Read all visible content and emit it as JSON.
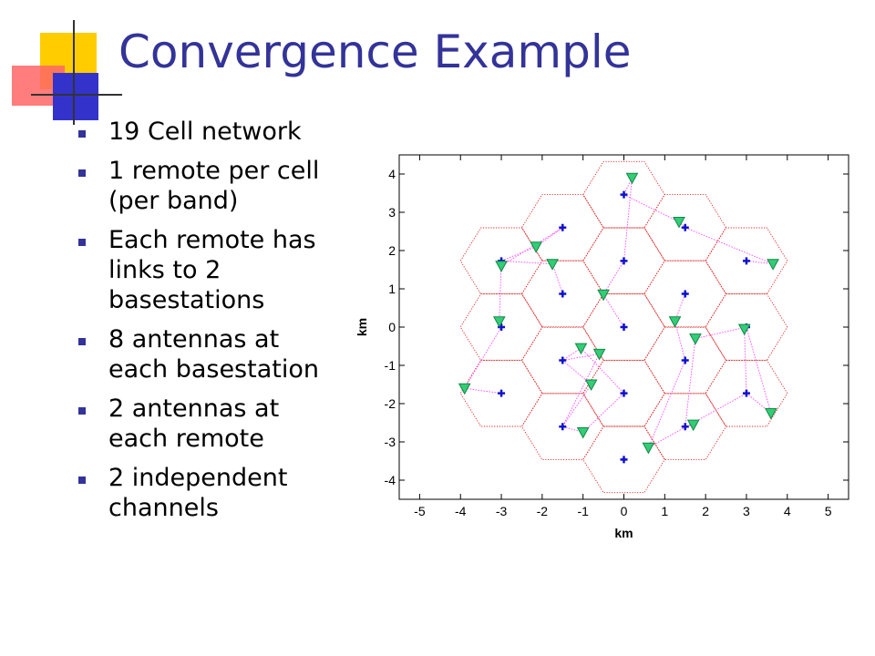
{
  "slide": {
    "title": "Convergence Example",
    "bullets": [
      "19 Cell network",
      "1 remote per cell (per band)",
      "Each remote has links to 2 basestations",
      "8 antennas at each basestation",
      "2 antennas at each remote",
      "2 independent channels"
    ],
    "colors": {
      "title": "#333399",
      "bullet": "#333399",
      "deco_yellow": "#ffcc00",
      "deco_red": "#ff6666",
      "deco_blue": "#3333cc"
    }
  },
  "chart_data": {
    "type": "scatter",
    "title": "",
    "xlabel": "km",
    "ylabel": "km",
    "xlim": [
      -5.5,
      5.5
    ],
    "ylim": [
      -4.5,
      4.5
    ],
    "xticks": [
      -5,
      -4,
      -3,
      -2,
      -1,
      0,
      1,
      2,
      3,
      4,
      5
    ],
    "yticks": [
      4,
      3,
      2,
      1,
      0,
      -1,
      -2,
      -3,
      -4
    ],
    "xtick_labels": [
      "-5",
      "-4",
      "-3",
      "-2",
      "-1",
      "0",
      "1",
      "2",
      "3",
      "4",
      "5"
    ],
    "ytick_labels": [
      "4",
      "3",
      "2",
      "1",
      "0",
      "-1",
      "-2",
      "-3",
      "-4"
    ],
    "hex_circumradius": 1.0,
    "hex_cell_centers": [
      [
        0,
        0
      ],
      [
        0,
        1.73
      ],
      [
        0,
        -1.73
      ],
      [
        1.5,
        0.87
      ],
      [
        1.5,
        -0.87
      ],
      [
        -1.5,
        0.87
      ],
      [
        -1.5,
        -0.87
      ],
      [
        0,
        3.46
      ],
      [
        0,
        -3.46
      ],
      [
        3,
        0
      ],
      [
        -3,
        0
      ],
      [
        1.5,
        2.6
      ],
      [
        1.5,
        -2.6
      ],
      [
        -1.5,
        2.6
      ],
      [
        -1.5,
        -2.6
      ],
      [
        3,
        1.73
      ],
      [
        3,
        -1.73
      ],
      [
        -3,
        1.73
      ],
      [
        -3,
        -1.73
      ]
    ],
    "basestations": [
      [
        0,
        0
      ],
      [
        0,
        1.73
      ],
      [
        0,
        -1.73
      ],
      [
        1.5,
        0.87
      ],
      [
        1.5,
        -0.87
      ],
      [
        -1.5,
        0.87
      ],
      [
        -1.5,
        -0.87
      ],
      [
        0,
        3.46
      ],
      [
        0,
        -3.46
      ],
      [
        3,
        0
      ],
      [
        -3,
        0
      ],
      [
        1.5,
        2.6
      ],
      [
        1.5,
        -2.6
      ],
      [
        -1.5,
        2.6
      ],
      [
        -1.5,
        -2.6
      ],
      [
        3,
        1.73
      ],
      [
        3,
        -1.73
      ],
      [
        -3,
        1.73
      ],
      [
        -3,
        -1.73
      ]
    ],
    "remotes": [
      [
        0.2,
        3.9
      ],
      [
        1.35,
        2.75
      ],
      [
        3.65,
        1.65
      ],
      [
        -2.15,
        2.1
      ],
      [
        -1.75,
        1.65
      ],
      [
        -3,
        1.6
      ],
      [
        -0.5,
        0.85
      ],
      [
        1.25,
        0.15
      ],
      [
        -3.05,
        0.15
      ],
      [
        3.6,
        -2.25
      ],
      [
        2.95,
        -0.05
      ],
      [
        1.75,
        -0.3
      ],
      [
        -1.05,
        -0.55
      ],
      [
        -0.6,
        -0.7
      ],
      [
        -0.8,
        -1.5
      ],
      [
        -3.9,
        -1.6
      ],
      [
        -1,
        -2.75
      ],
      [
        0.6,
        -3.15
      ],
      [
        1.7,
        -2.55
      ]
    ],
    "links": [
      [
        [
          0.2,
          3.9
        ],
        [
          0,
          3.46
        ]
      ],
      [
        [
          0.2,
          3.9
        ],
        [
          0,
          1.73
        ]
      ],
      [
        [
          1.35,
          2.75
        ],
        [
          1.5,
          2.6
        ]
      ],
      [
        [
          1.35,
          2.75
        ],
        [
          0,
          3.46
        ]
      ],
      [
        [
          3.65,
          1.65
        ],
        [
          3,
          1.73
        ]
      ],
      [
        [
          3.65,
          1.65
        ],
        [
          1.5,
          2.6
        ]
      ],
      [
        [
          -2.15,
          2.1
        ],
        [
          -1.5,
          2.6
        ]
      ],
      [
        [
          -2.15,
          2.1
        ],
        [
          -3,
          1.73
        ]
      ],
      [
        [
          -1.75,
          1.65
        ],
        [
          -1.5,
          0.87
        ]
      ],
      [
        [
          -1.75,
          1.65
        ],
        [
          -3,
          1.73
        ]
      ],
      [
        [
          -3,
          1.6
        ],
        [
          -3,
          1.73
        ]
      ],
      [
        [
          -3,
          1.6
        ],
        [
          -1.5,
          2.6
        ]
      ],
      [
        [
          -0.5,
          0.85
        ],
        [
          0,
          0
        ]
      ],
      [
        [
          -0.5,
          0.85
        ],
        [
          0,
          1.73
        ]
      ],
      [
        [
          1.25,
          0.15
        ],
        [
          1.5,
          0.87
        ]
      ],
      [
        [
          1.25,
          0.15
        ],
        [
          1.5,
          -0.87
        ]
      ],
      [
        [
          -3.05,
          0.15
        ],
        [
          -3,
          0
        ]
      ],
      [
        [
          -3.05,
          0.15
        ],
        [
          -3,
          1.73
        ]
      ],
      [
        [
          3.6,
          -2.25
        ],
        [
          3,
          -1.73
        ]
      ],
      [
        [
          3.6,
          -2.25
        ],
        [
          3,
          0
        ]
      ],
      [
        [
          2.95,
          -0.05
        ],
        [
          3,
          0
        ]
      ],
      [
        [
          2.95,
          -0.05
        ],
        [
          3,
          -1.73
        ]
      ],
      [
        [
          1.75,
          -0.3
        ],
        [
          3,
          0
        ]
      ],
      [
        [
          1.75,
          -0.3
        ],
        [
          1.5,
          -2.6
        ]
      ],
      [
        [
          -1.05,
          -0.55
        ],
        [
          0,
          -1.73
        ]
      ],
      [
        [
          -1.05,
          -0.55
        ],
        [
          -1.5,
          -0.87
        ]
      ],
      [
        [
          -0.6,
          -0.7
        ],
        [
          -1.5,
          -0.87
        ]
      ],
      [
        [
          -0.6,
          -0.7
        ],
        [
          -1.5,
          -2.6
        ]
      ],
      [
        [
          -0.8,
          -1.5
        ],
        [
          -1.5,
          -0.87
        ]
      ],
      [
        [
          -0.8,
          -1.5
        ],
        [
          -1.5,
          -2.6
        ]
      ],
      [
        [
          -3.9,
          -1.6
        ],
        [
          -3,
          -1.73
        ]
      ],
      [
        [
          -3.9,
          -1.6
        ],
        [
          -3,
          0
        ]
      ],
      [
        [
          -1,
          -2.75
        ],
        [
          -1.5,
          -2.6
        ]
      ],
      [
        [
          -1,
          -2.75
        ],
        [
          0,
          -1.73
        ]
      ],
      [
        [
          0.6,
          -3.15
        ],
        [
          1.5,
          -0.87
        ]
      ],
      [
        [
          0.6,
          -3.15
        ],
        [
          3,
          -1.73
        ]
      ],
      [
        [
          1.7,
          -2.55
        ],
        [
          1.5,
          -2.6
        ]
      ]
    ],
    "colors": {
      "hex": "#dd2222",
      "basestation": "#1111cc",
      "remote_fill": "#33cc77",
      "remote_stroke": "#118844",
      "link": "#ff44ff",
      "axis": "#000000"
    },
    "grid": false,
    "legend": "none"
  }
}
